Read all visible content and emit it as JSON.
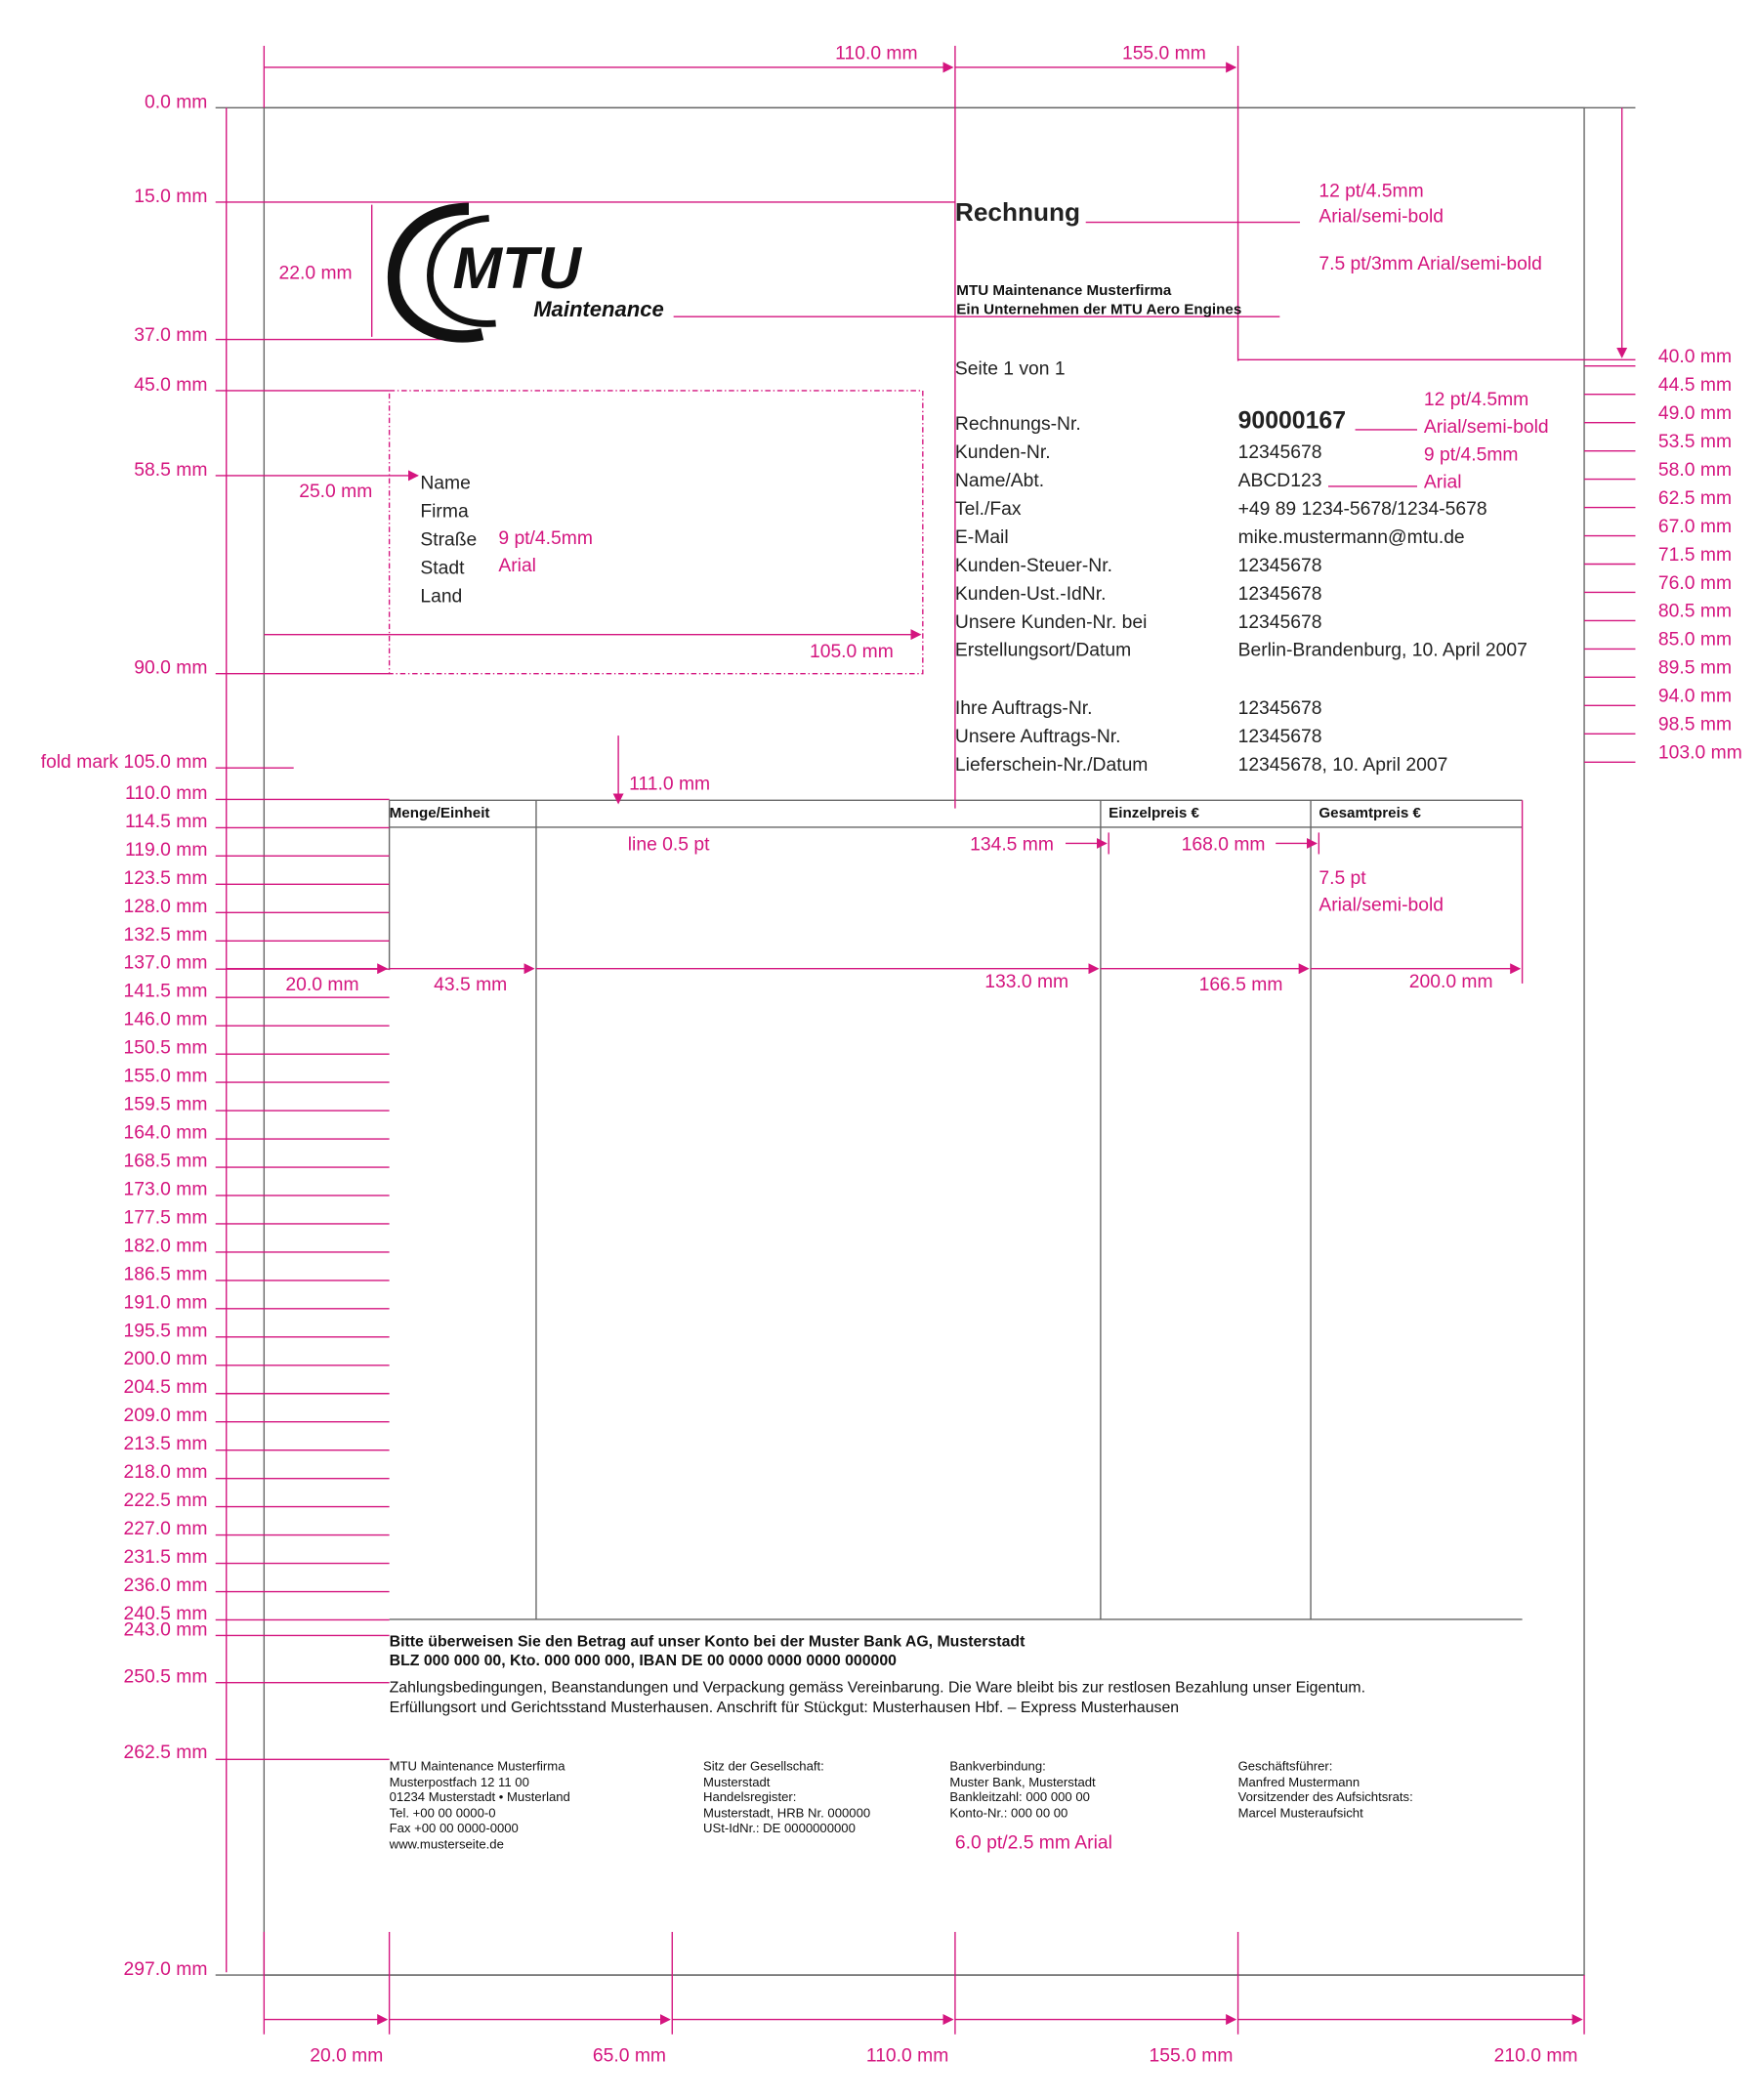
{
  "colors": {
    "annotation": "#d4157f",
    "text": "#222222",
    "frame": "#555555"
  },
  "header": {
    "title": "Rechnung",
    "company_line1": "MTU Maintenance Musterfirma",
    "company_line2": "Ein Unternehmen der MTU Aero Engines",
    "page": "Seite 1 von 1",
    "logo_main": "MTU",
    "logo_sub": "Maintenance"
  },
  "address": {
    "lines": [
      "Name",
      "Firma",
      "Straße",
      "Stadt",
      "Land"
    ]
  },
  "info": {
    "rows": [
      {
        "label": "Rechnungs-Nr.",
        "value": "90000167"
      },
      {
        "label": "Kunden-Nr.",
        "value": "12345678"
      },
      {
        "label": "Name/Abt.",
        "value": "ABCD123"
      },
      {
        "label": "Tel./Fax",
        "value": "+49 89 1234-5678/1234-5678"
      },
      {
        "label": "E-Mail",
        "value": "mike.mustermann@mtu.de"
      },
      {
        "label": "Kunden-Steuer-Nr.",
        "value": "12345678"
      },
      {
        "label": "Kunden-Ust.-IdNr.",
        "value": "12345678"
      },
      {
        "label": "Unsere Kunden-Nr. bei",
        "value": "12345678"
      },
      {
        "label": "Erstellungsort/Datum",
        "value": "Berlin-Brandenburg, 10. April 2007"
      }
    ],
    "rows2": [
      {
        "label": "Ihre Auftrags-Nr.",
        "value": "12345678"
      },
      {
        "label": "Unsere Auftrags-Nr.",
        "value": "12345678"
      },
      {
        "label": "Lieferschein-Nr./Datum",
        "value": "12345678, 10. April 2007"
      }
    ]
  },
  "table": {
    "headers": [
      "Menge/Einheit",
      "",
      "Einzelpreis €",
      "Gesamtpreis €"
    ]
  },
  "payment": {
    "bold1": "Bitte überweisen Sie den Betrag auf unser Konto bei der Muster Bank AG, Musterstadt",
    "bold2": "BLZ 000 000 00, Kto. 000 000 000, IBAN DE 00 0000 0000 0000 000000",
    "terms1": "Zahlungsbedingungen, Beanstandungen und Verpackung gemäss Vereinbarung. Die Ware bleibt bis zur restlosen Bezahlung unser Eigentum.",
    "terms2": "Erfüllungsort und Gerichtsstand Musterhausen. Anschrift für Stückgut: Musterhausen Hbf. –  Express Musterhausen"
  },
  "footer": {
    "col1": [
      "MTU Maintenance Musterfirma",
      "Musterpostfach 12 11 00",
      "01234 Musterstadt • Musterland",
      "Tel. +00 00 0000-0",
      "Fax +00 00 0000-0000",
      "www.musterseite.de"
    ],
    "col2": [
      "Sitz der Gesellschaft:",
      "Musterstadt",
      "Handelsregister:",
      "Musterstadt, HRB Nr. 000000",
      "USt-IdNr.: DE 0000000000"
    ],
    "col3": [
      "Bankverbindung:",
      "Muster Bank, Musterstadt",
      "Bankleitzahl: 000 000 00",
      "Konto-Nr.: 000 00 00"
    ],
    "col4": [
      "Geschäftsführer:",
      "Manfred Mustermann",
      "Vorsitzender des Aufsichtsrats:",
      "Marcel Musteraufsicht"
    ]
  },
  "annotations": {
    "top1": "110.0 mm",
    "top2": "155.0 mm",
    "title_spec1": "12 pt/4.5mm",
    "title_spec2": "Arial/semi-bold",
    "company_spec": "7.5 pt/3mm Arial/semi-bold",
    "logo_height": "22.0 mm",
    "addr_left": "25.0 mm",
    "addr_spec1": "9 pt/4.5mm",
    "addr_spec2": "Arial",
    "addr_width": "105.0 mm",
    "num_spec1": "12 pt/4.5mm",
    "num_spec2": "Arial/semi-bold",
    "val_spec1": "9 pt/4.5mm",
    "val_spec2": "Arial",
    "table_top": "111.0 mm",
    "line": "line 0.5 pt",
    "c1345": "134.5 mm",
    "c168": "168.0 mm",
    "head_spec1": "7.5 pt",
    "head_spec2": "Arial/semi-bold",
    "col20": "20.0 mm",
    "col435": "43.5 mm",
    "col133": "133.0 mm",
    "col1665": "166.5 mm",
    "col200": "200.0 mm",
    "footer_spec": "6.0 pt/2.5 mm Arial",
    "bottom": [
      "20.0 mm",
      "65.0 mm",
      "110.0 mm",
      "155.0 mm",
      "210.0 mm"
    ],
    "fold_mark": "fold mark"
  },
  "ruler_left": [
    0,
    15,
    37,
    45,
    58.5,
    90,
    105,
    110,
    114.5,
    119,
    123.5,
    128,
    132.5,
    137,
    141.5,
    146,
    150.5,
    155,
    159.5,
    164,
    168.5,
    173,
    177.5,
    182,
    186.5,
    191,
    195.5,
    200,
    204.5,
    209,
    213.5,
    218,
    222.5,
    227,
    231.5,
    236,
    240.5,
    243,
    250.5,
    262.5,
    297
  ],
  "ruler_right": [
    40,
    44.5,
    49,
    53.5,
    58,
    62.5,
    67,
    71.5,
    76,
    80.5,
    85,
    89.5,
    94,
    98.5,
    103
  ]
}
